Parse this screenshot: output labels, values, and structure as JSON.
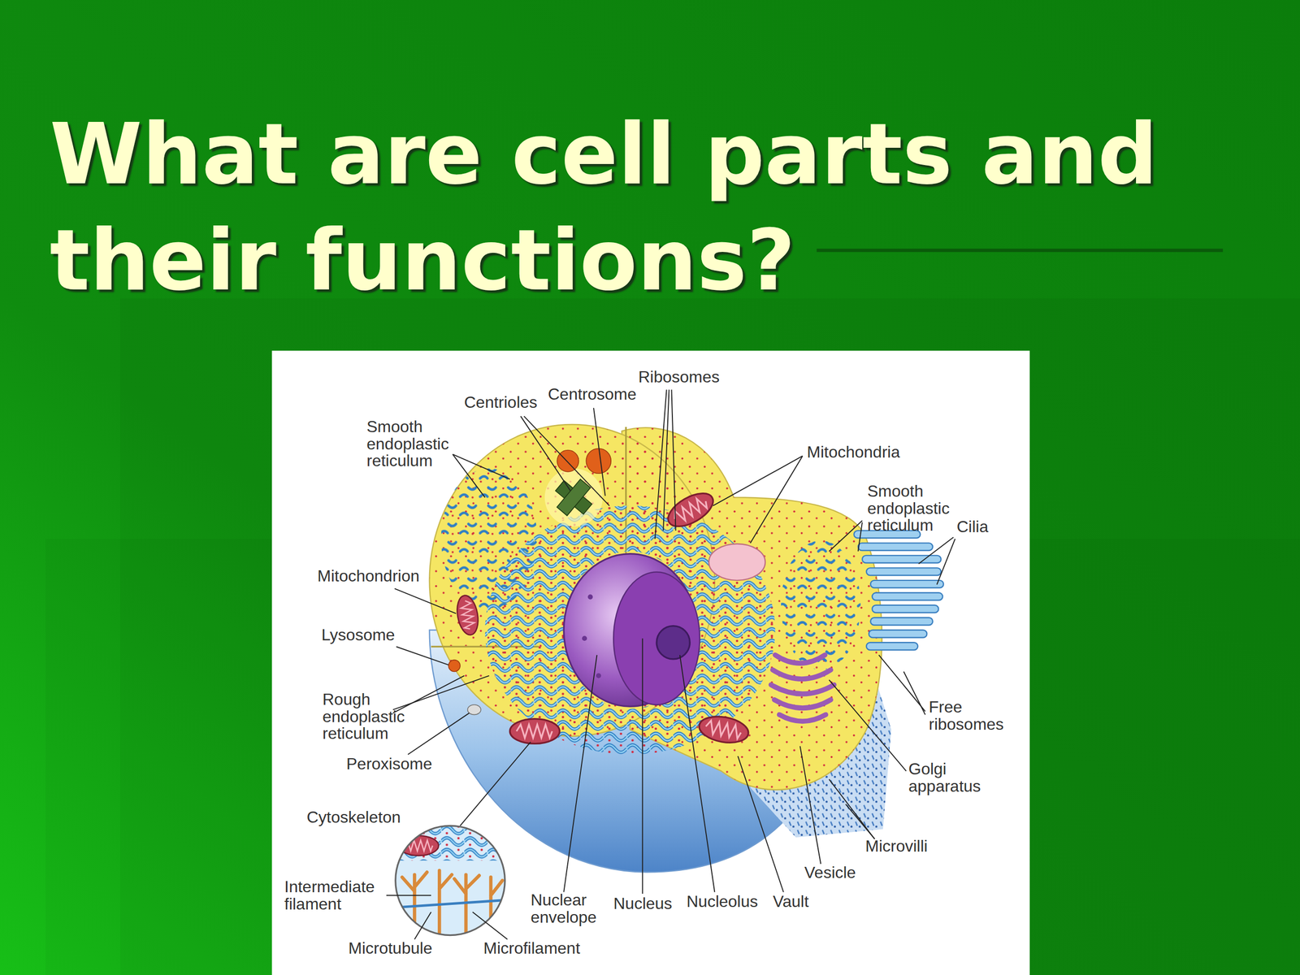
{
  "diagram": {
    "title": "What are cell parts and their functions?",
    "labels": [
      "Ribosomes",
      "Centrioles",
      "Centrosome",
      "Smooth endoplastic reticulum",
      "Mitochondria",
      "Smooth endoplastic reticulum",
      "Cilia",
      "Mitochondrion",
      "Lysosome",
      "Rough endoplastic reticulum",
      "Peroxisome",
      "Free ribosomes",
      "Golgi apparatus",
      "Cytoskeleton",
      "Microvilli",
      "Vesicle",
      "Intermediate filament",
      "Nuclear envelope",
      "Nucleus",
      "Nucleolus",
      "Vault",
      "Microtubule",
      "Microfilament"
    ]
  }
}
